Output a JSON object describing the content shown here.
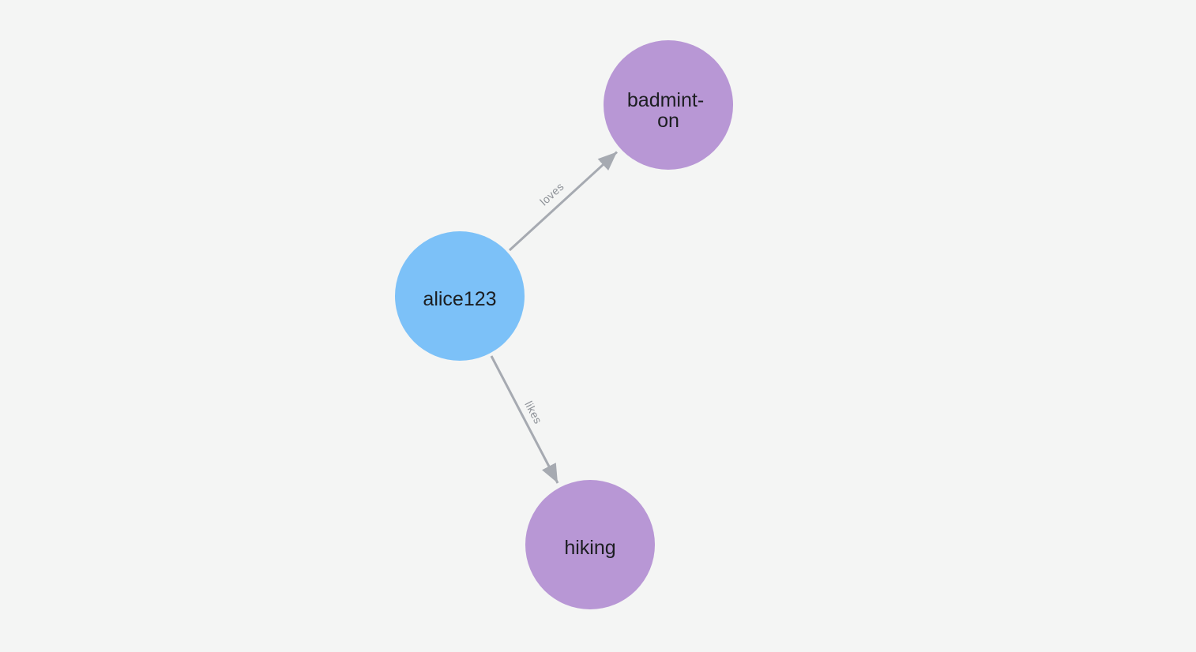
{
  "canvas": {
    "background": "#f4f5f4"
  },
  "graph": {
    "edge_color": "#a6aab1",
    "edge_label_color": "#8d9197",
    "nodes": [
      {
        "id": "alice123",
        "label_lines": [
          "alice123"
        ],
        "color": "#7cc1f8",
        "text_color": "#1c1e21"
      },
      {
        "id": "badminton",
        "label_lines": [
          "badmint-",
          "on"
        ],
        "color": "#b897d5",
        "text_color": "#1c1e21"
      },
      {
        "id": "hiking",
        "label_lines": [
          "hiking"
        ],
        "color": "#b897d5",
        "text_color": "#1c1e21"
      }
    ],
    "edges": [
      {
        "from": "alice123",
        "to": "badminton",
        "label": "loves"
      },
      {
        "from": "alice123",
        "to": "hiking",
        "label": "likes"
      }
    ]
  }
}
